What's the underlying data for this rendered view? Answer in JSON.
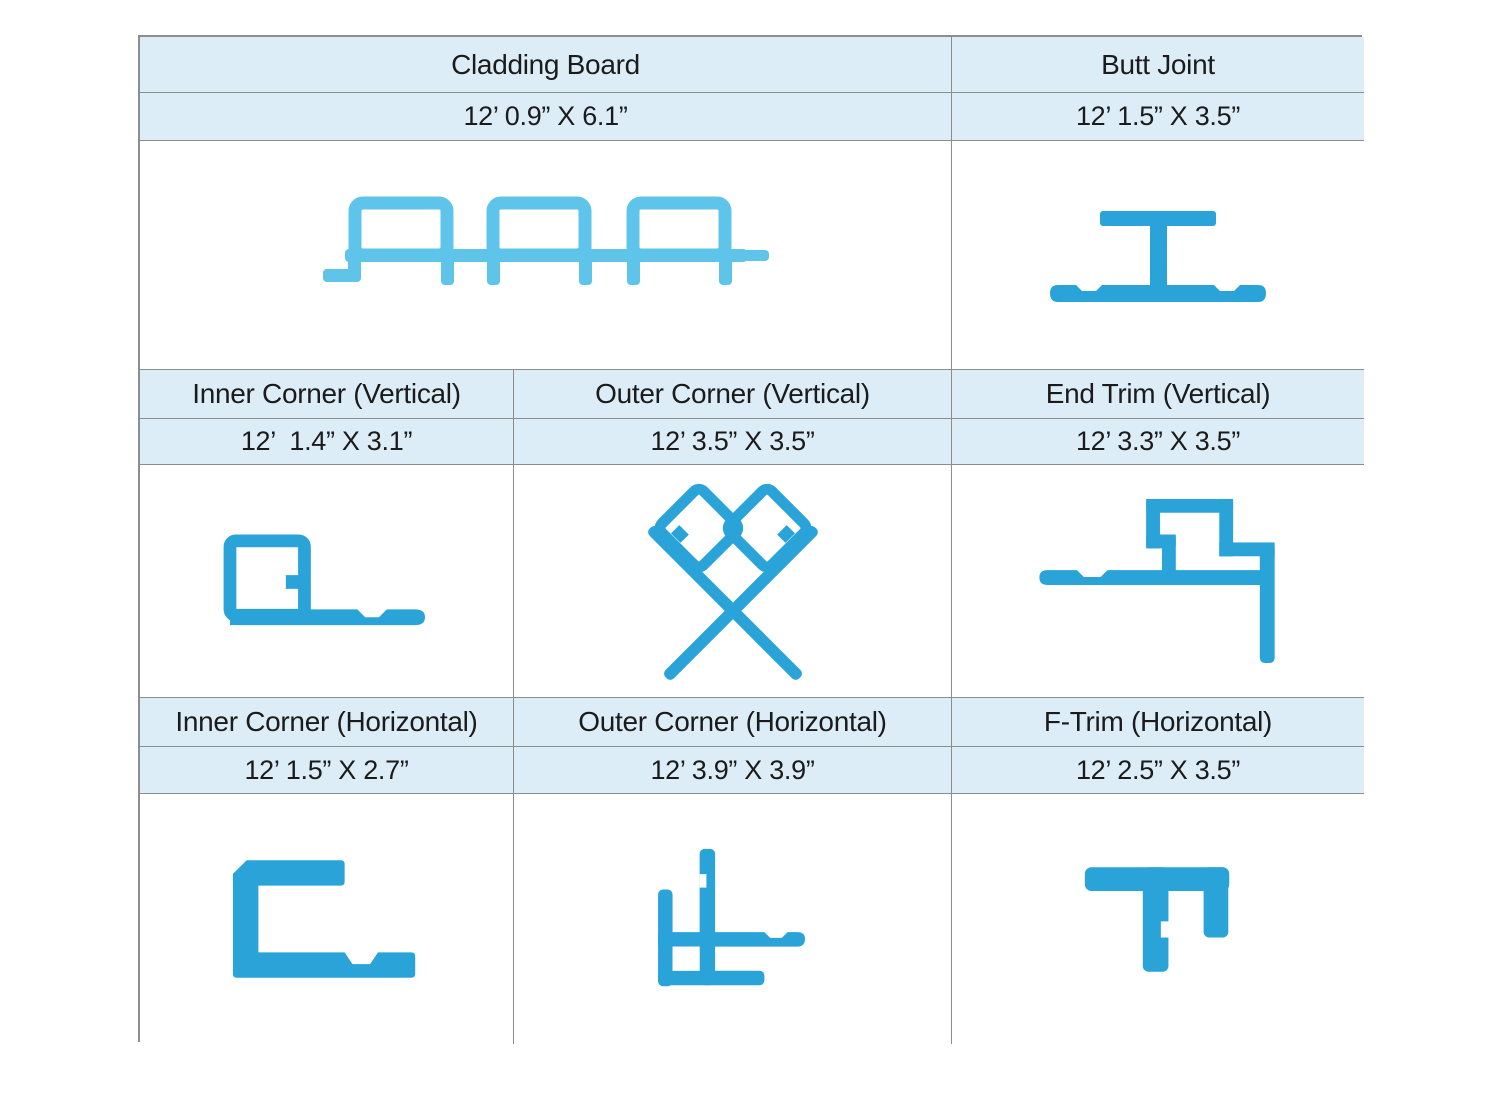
{
  "palette": {
    "header_bg": "#dcedf8",
    "grid_line": "#8d8d8d",
    "board_blue": "#5fc4e9",
    "trim_blue": "#2aa3d8",
    "text_color": "#1b1b1b",
    "page_bg": "#ffffff"
  },
  "table": {
    "sections": [
      {
        "name": "top",
        "cells": [
          {
            "title": "Cladding Board",
            "dims": "12’ 0.9” X 6.1”",
            "profile_icon": "cladding-board-profile"
          },
          {
            "title": "Butt Joint",
            "dims": "12’ 1.5” X 3.5”",
            "profile_icon": "butt-joint-profile"
          }
        ]
      },
      {
        "name": "middle",
        "cells": [
          {
            "title": "Inner Corner (Vertical)",
            "dims": "12’  1.4” X 3.1”",
            "profile_icon": "inner-corner-vertical-profile"
          },
          {
            "title": "Outer Corner (Vertical)",
            "dims": "12’ 3.5” X 3.5”",
            "profile_icon": "outer-corner-vertical-profile"
          },
          {
            "title": "End Trim (Vertical)",
            "dims": "12’ 3.3” X 3.5”",
            "profile_icon": "end-trim-vertical-profile"
          }
        ]
      },
      {
        "name": "bottom",
        "cells": [
          {
            "title": "Inner Corner (Horizontal)",
            "dims": "12’ 1.5” X 2.7”",
            "profile_icon": "inner-corner-horizontal-profile"
          },
          {
            "title": "Outer Corner (Horizontal)",
            "dims": "12’ 3.9” X 3.9”",
            "profile_icon": "outer-corner-horizontal-profile"
          },
          {
            "title": "F-Trim (Horizontal)",
            "dims": "12’ 2.5” X 3.5”",
            "profile_icon": "f-trim-horizontal-profile"
          }
        ]
      }
    ]
  }
}
